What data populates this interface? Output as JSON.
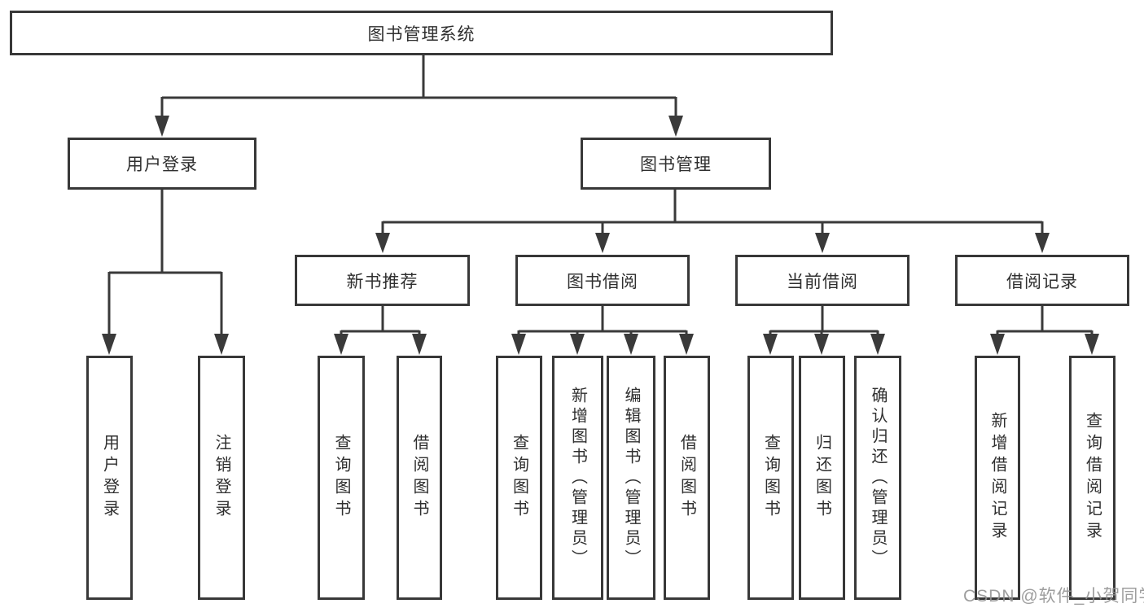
{
  "diagram": {
    "colors": {
      "line": "#3a3a3a",
      "border": "#383838",
      "text": "#2f2f2f",
      "watermark": "#949494"
    },
    "watermark": "CSDN @软件_小贺同学",
    "nodes": {
      "root": {
        "label": "图书管理系统"
      },
      "user_login": {
        "label": "用户登录"
      },
      "book_mgmt": {
        "label": "图书管理"
      },
      "new_book_rec": {
        "label": "新书推荐"
      },
      "book_borrow": {
        "label": "图书借阅"
      },
      "current_borrow": {
        "label": "当前借阅"
      },
      "borrow_record": {
        "label": "借阅记录"
      },
      "leaf_user_login": {
        "label": "用户登录"
      },
      "leaf_logout": {
        "label": "注销登录"
      },
      "leaf_query_book_rec": {
        "label": "查询图书"
      },
      "leaf_borrow_book_rec": {
        "label": "借阅图书"
      },
      "leaf_query_book_borrow": {
        "label": "查询图书"
      },
      "leaf_add_book": {
        "label": "新增图书（管理员）"
      },
      "leaf_edit_book": {
        "label": "编辑图书（管理员）"
      },
      "leaf_borrow_book_borrow": {
        "label": "借阅图书"
      },
      "leaf_query_book_current": {
        "label": "查询图书"
      },
      "leaf_return_book": {
        "label": "归还图书"
      },
      "leaf_confirm_return": {
        "label": "确认归还（管理员）"
      },
      "leaf_add_record": {
        "label": "新增借阅记录"
      },
      "leaf_query_record": {
        "label": "查询借阅记录"
      }
    }
  }
}
